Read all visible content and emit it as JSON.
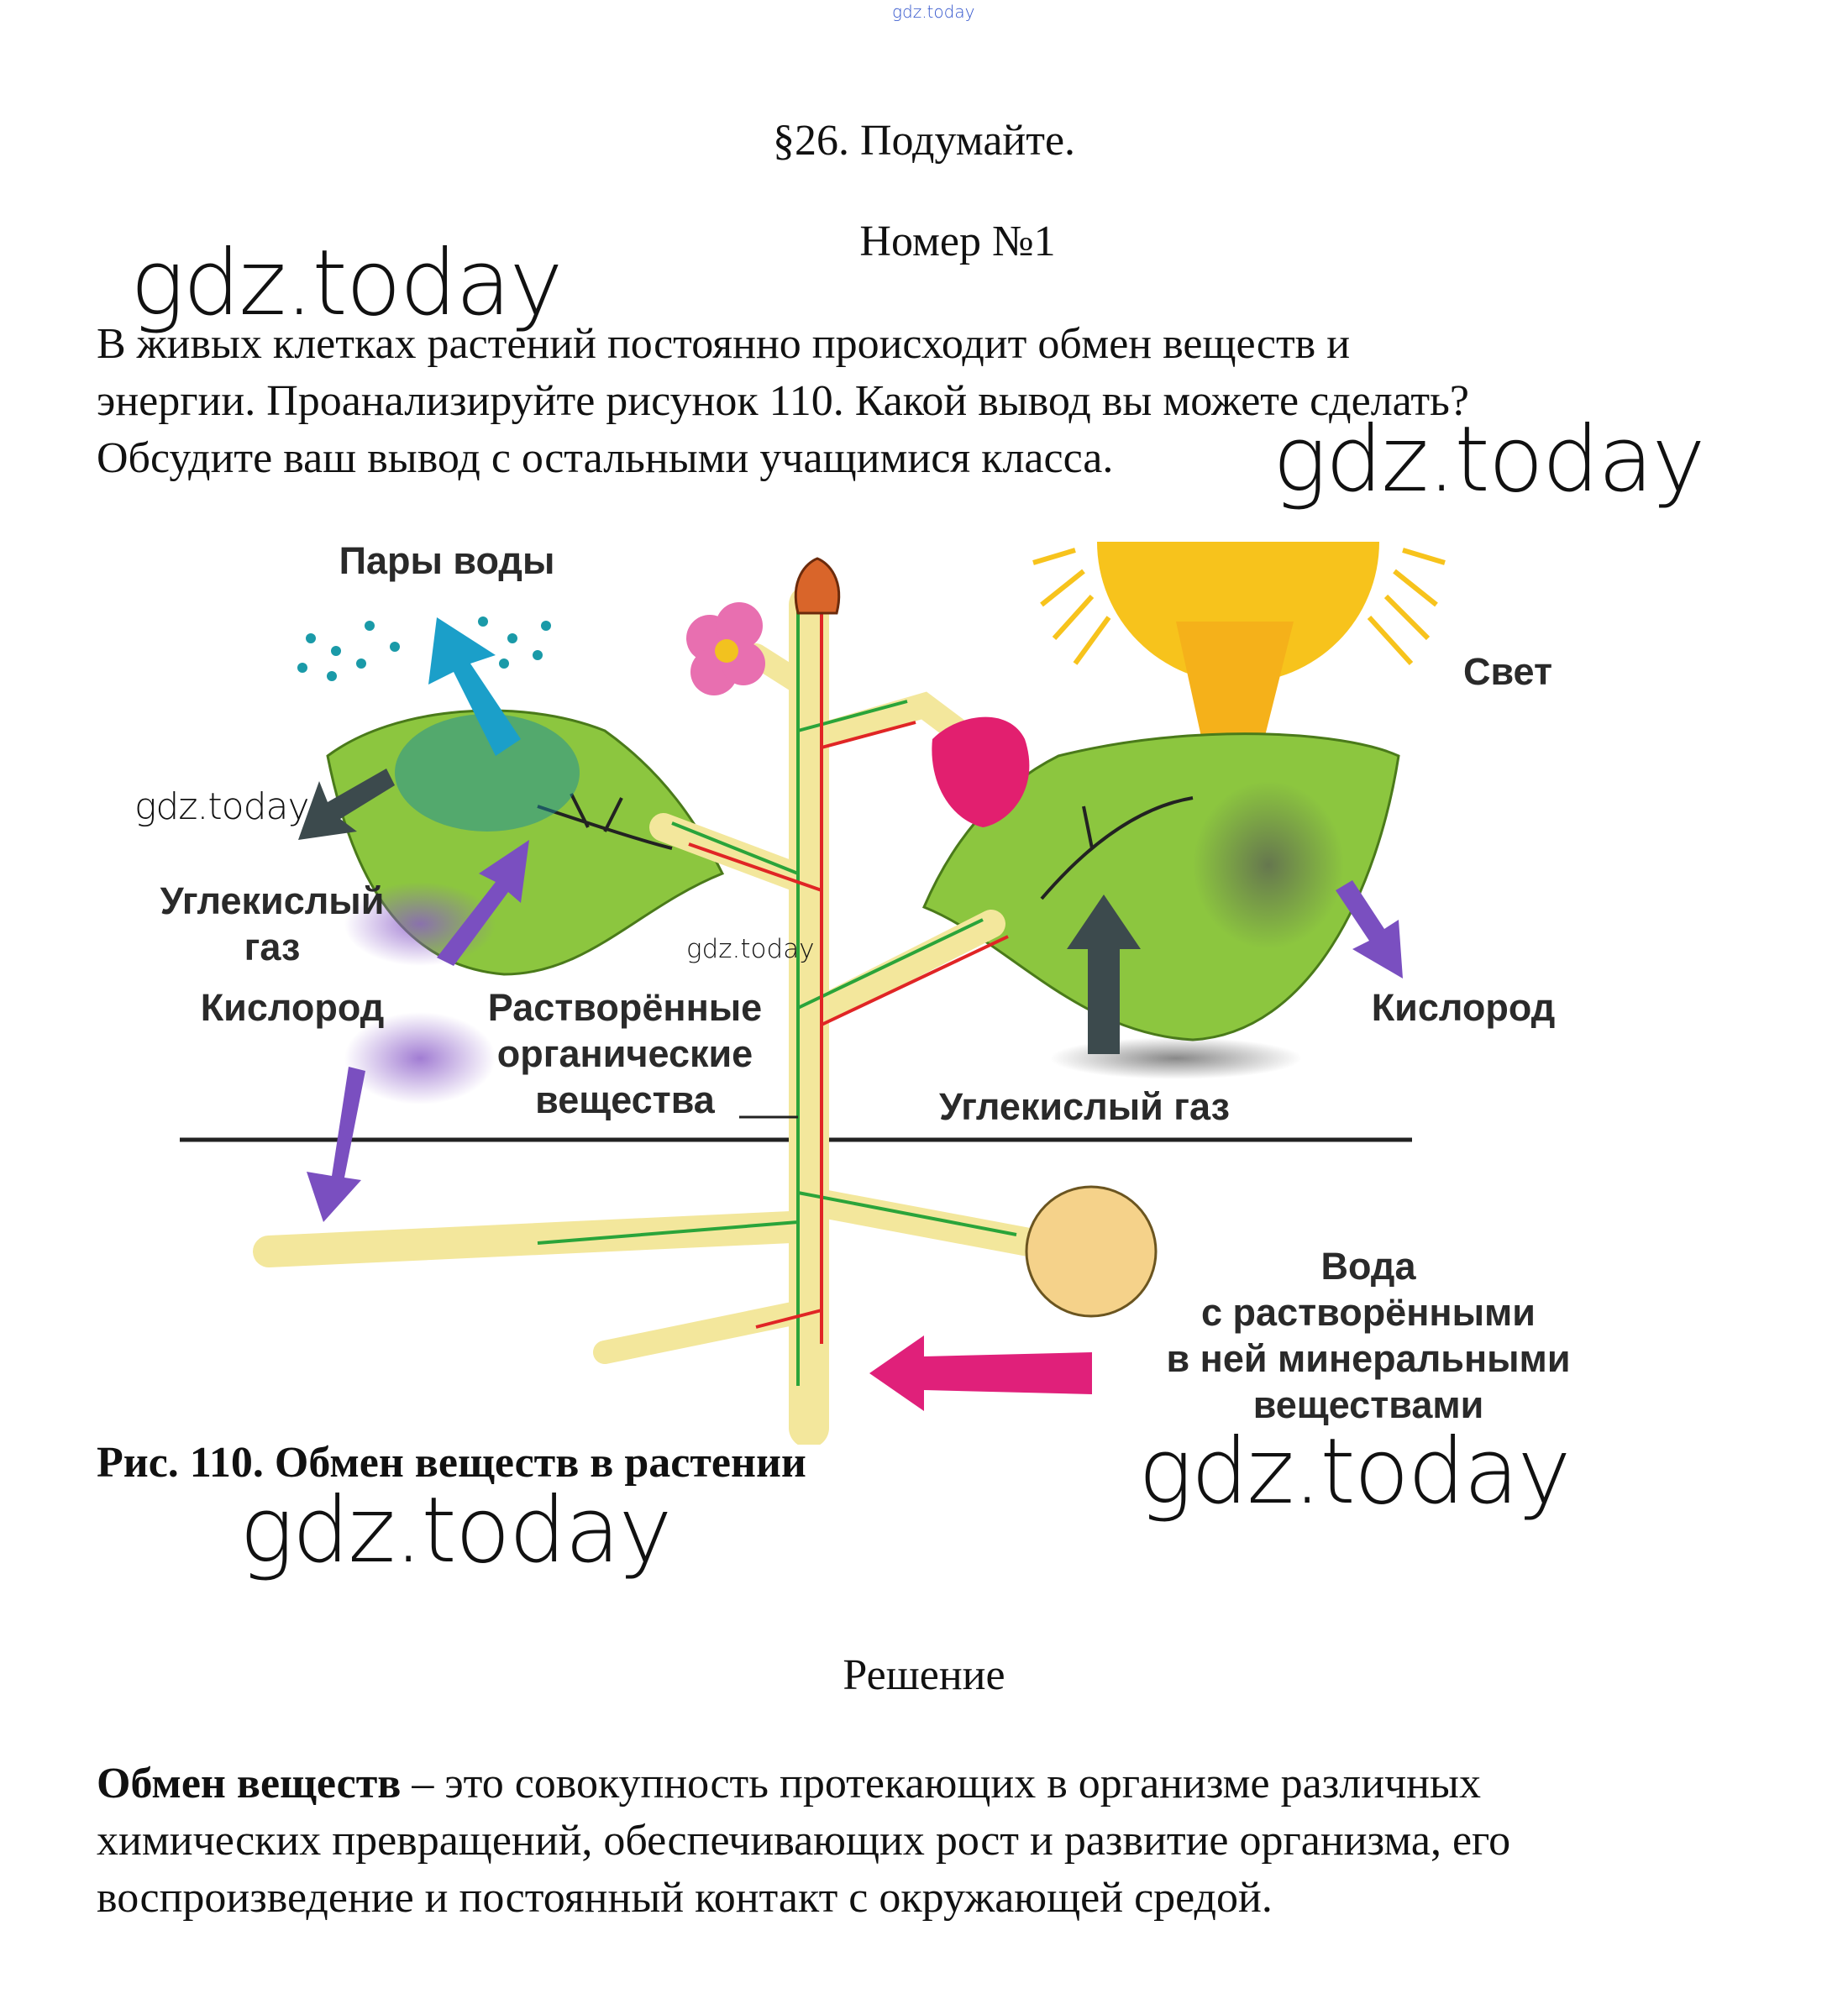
{
  "watermark": "gdz.today",
  "header": {
    "section_title": "§26. Подумайте.",
    "task_number": "Номер №1"
  },
  "question": {
    "lines": [
      "В живых клетках растений постоянно происходит обмен веществ и",
      "энергии. Проанализируйте рисунок 110. Какой вывод вы можете сделать?",
      "Обсудите ваш вывод с остальными учащимися класса."
    ]
  },
  "figure": {
    "labels": {
      "water_vapor": "Пары воды",
      "light": "Свет",
      "co2_left_1": "Углекислый",
      "co2_left_2": "газ",
      "oxygen_left": "Кислород",
      "organic_1": "Растворённые",
      "organic_2": "органические",
      "organic_3": "вещества",
      "oxygen_right": "Кислород",
      "co2_bottom": "Углекислый газ",
      "water_1": "Вода",
      "water_2": "с растворёнными",
      "water_3": "в ней минеральными",
      "water_4": "веществами"
    },
    "caption": "Рис. 110. Обмен веществ в растении"
  },
  "solution": {
    "heading": "Решение",
    "term": "Обмен веществ",
    "definition_line1": " – это совокупность протекающих в организме различных",
    "definition_line2": "химических превращений, обеспечивающих рост и развитие организма, его",
    "definition_line3": "воспроизведение и постоянный контакт с окружающей средой."
  }
}
